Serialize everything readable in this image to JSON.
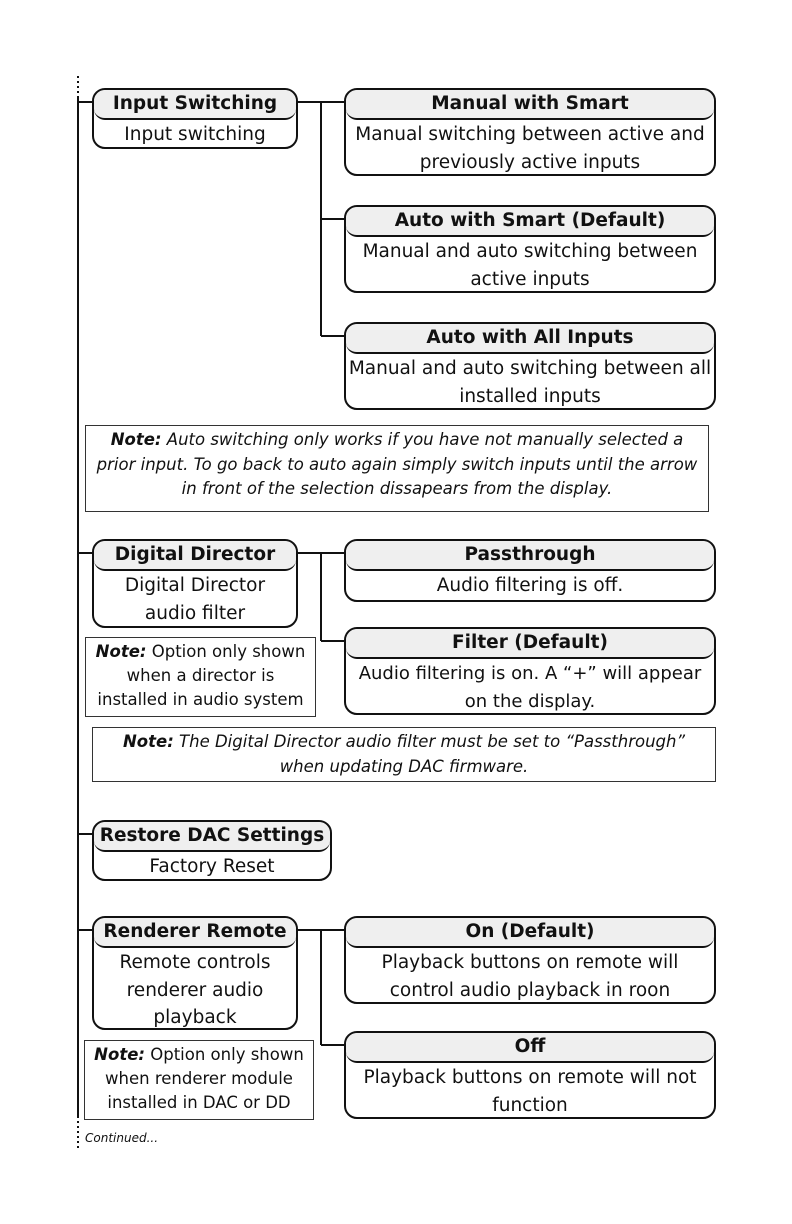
{
  "sections": {
    "input": {
      "title": "Input Switching",
      "desc": "Input switching",
      "options": [
        {
          "title": "Manual with Smart",
          "desc": "Manual switching between active and previously active inputs"
        },
        {
          "title": "Auto with Smart (Default)",
          "desc": "Manual and auto switching between active inputs"
        },
        {
          "title": "Auto with All Inputs",
          "desc": "Manual and auto switching between all installed inputs"
        }
      ],
      "note": {
        "label": "Note:",
        "text": "Auto switching only works if you have not manually selected a prior input. To go back to auto again simply switch inputs until the arrow in front of the selection dissapears from the display."
      }
    },
    "director": {
      "title": "Digital Director",
      "desc": "Digital Director audio filter",
      "options": [
        {
          "title": "Passthrough",
          "desc": "Audio filtering is off."
        },
        {
          "title": "Filter (Default)",
          "desc": "Audio filtering is on. A “+” will appear on the display."
        }
      ],
      "side_note": {
        "label": "Note:",
        "text": "Option only shown when a director is installed in audio system"
      },
      "note": {
        "label": "Note:",
        "text": "The Digital Director audio filter must be set to “Passthrough” when updating DAC firmware."
      }
    },
    "restore": {
      "title": "Restore DAC Settings",
      "desc": "Factory Reset"
    },
    "renderer": {
      "title": "Renderer Remote",
      "desc": "Remote controls renderer audio playback",
      "options": [
        {
          "title": "On (Default)",
          "desc": "Playback buttons on remote will control audio playback in roon"
        },
        {
          "title": "Off",
          "desc": "Playback buttons on remote will not function"
        }
      ],
      "side_note": {
        "label": "Note:",
        "text": "Option only shown when renderer module installed in DAC or DD"
      }
    }
  },
  "continued": "Continued..."
}
